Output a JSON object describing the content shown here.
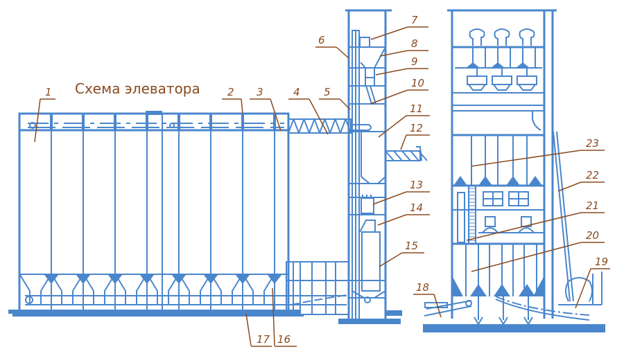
{
  "title": "Схема элеватора",
  "colors": {
    "structure": "#4a86cc",
    "label": "#8a4a1e"
  },
  "labels": [
    "1",
    "2",
    "3",
    "4",
    "5",
    "6",
    "7",
    "8",
    "9",
    "10",
    "11",
    "12",
    "13",
    "14",
    "15",
    "16",
    "17",
    "18",
    "19",
    "20",
    "21",
    "22",
    "23"
  ]
}
